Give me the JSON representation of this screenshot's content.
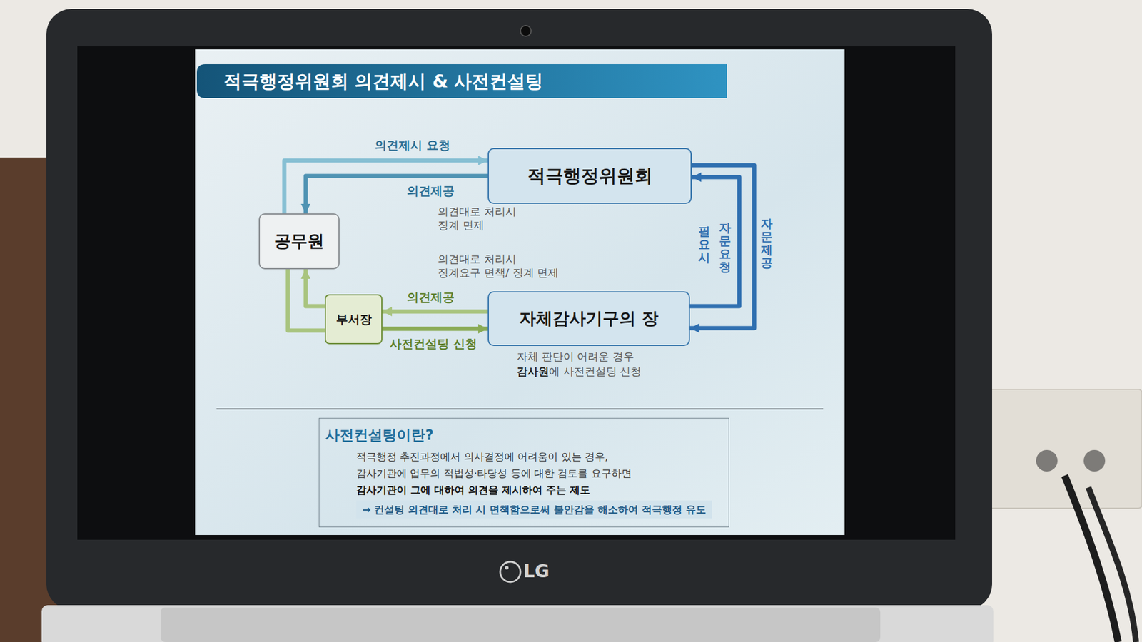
{
  "diagram": {
    "title": "적극행정위원회 의견제시 & 사전컨설팅",
    "nodes": [
      {
        "text": [
          "적극행정위원회"
        ]
      },
      {
        "text": [
          "공무원"
        ]
      },
      {
        "text": [
          "부서장"
        ]
      },
      {
        "text": [
          "자체감사기구의 장"
        ]
      },
      {
        "text": [
          "사전컨설팅이란?",
          "적극행정 추진과정에서 의사결정에 어려움이 있는 경우,",
          "감사기관에 업무의 적법성·타당성 등에 대한 검토를 요구하면",
          "감사기관이 그에 대하여 의견을 제시하여 주는 제도",
          "→ 컨설팅 의견대로 처리 시 면책함으로써 불안감을 해소하여 적극행정 유도"
        ]
      }
    ],
    "edges": [
      {
        "from": 1,
        "to": 0,
        "label": "의견제시 요청",
        "arrow": "to"
      },
      {
        "from": 0,
        "to": 1,
        "label": "의견제공",
        "arrow": "to"
      },
      {
        "from": 3,
        "to": 2,
        "label": "의견제공",
        "arrow": "to"
      },
      {
        "from": 2,
        "to": 1,
        "arrow": "to"
      },
      {
        "from": 1,
        "to": 2,
        "arrow": "none"
      },
      {
        "from": 2,
        "to": 3,
        "label": "사전컨설팅 신청",
        "arrow": "to"
      },
      {
        "from": 3,
        "to": 0,
        "label": "자문요청",
        "arrow": "to"
      },
      {
        "from": 0,
        "to": 3,
        "label": "자문제공",
        "arrow": "to"
      }
    ],
    "labels": [
      "의견대로 처리시 징계 면제",
      "의견대로 처리시 징계요구 면책/ 징계 면제",
      "필요시",
      "자체 판단이 어려운 경우",
      "감사원",
      "에 사전컨설팅 신청",
      "LG"
    ]
  }
}
